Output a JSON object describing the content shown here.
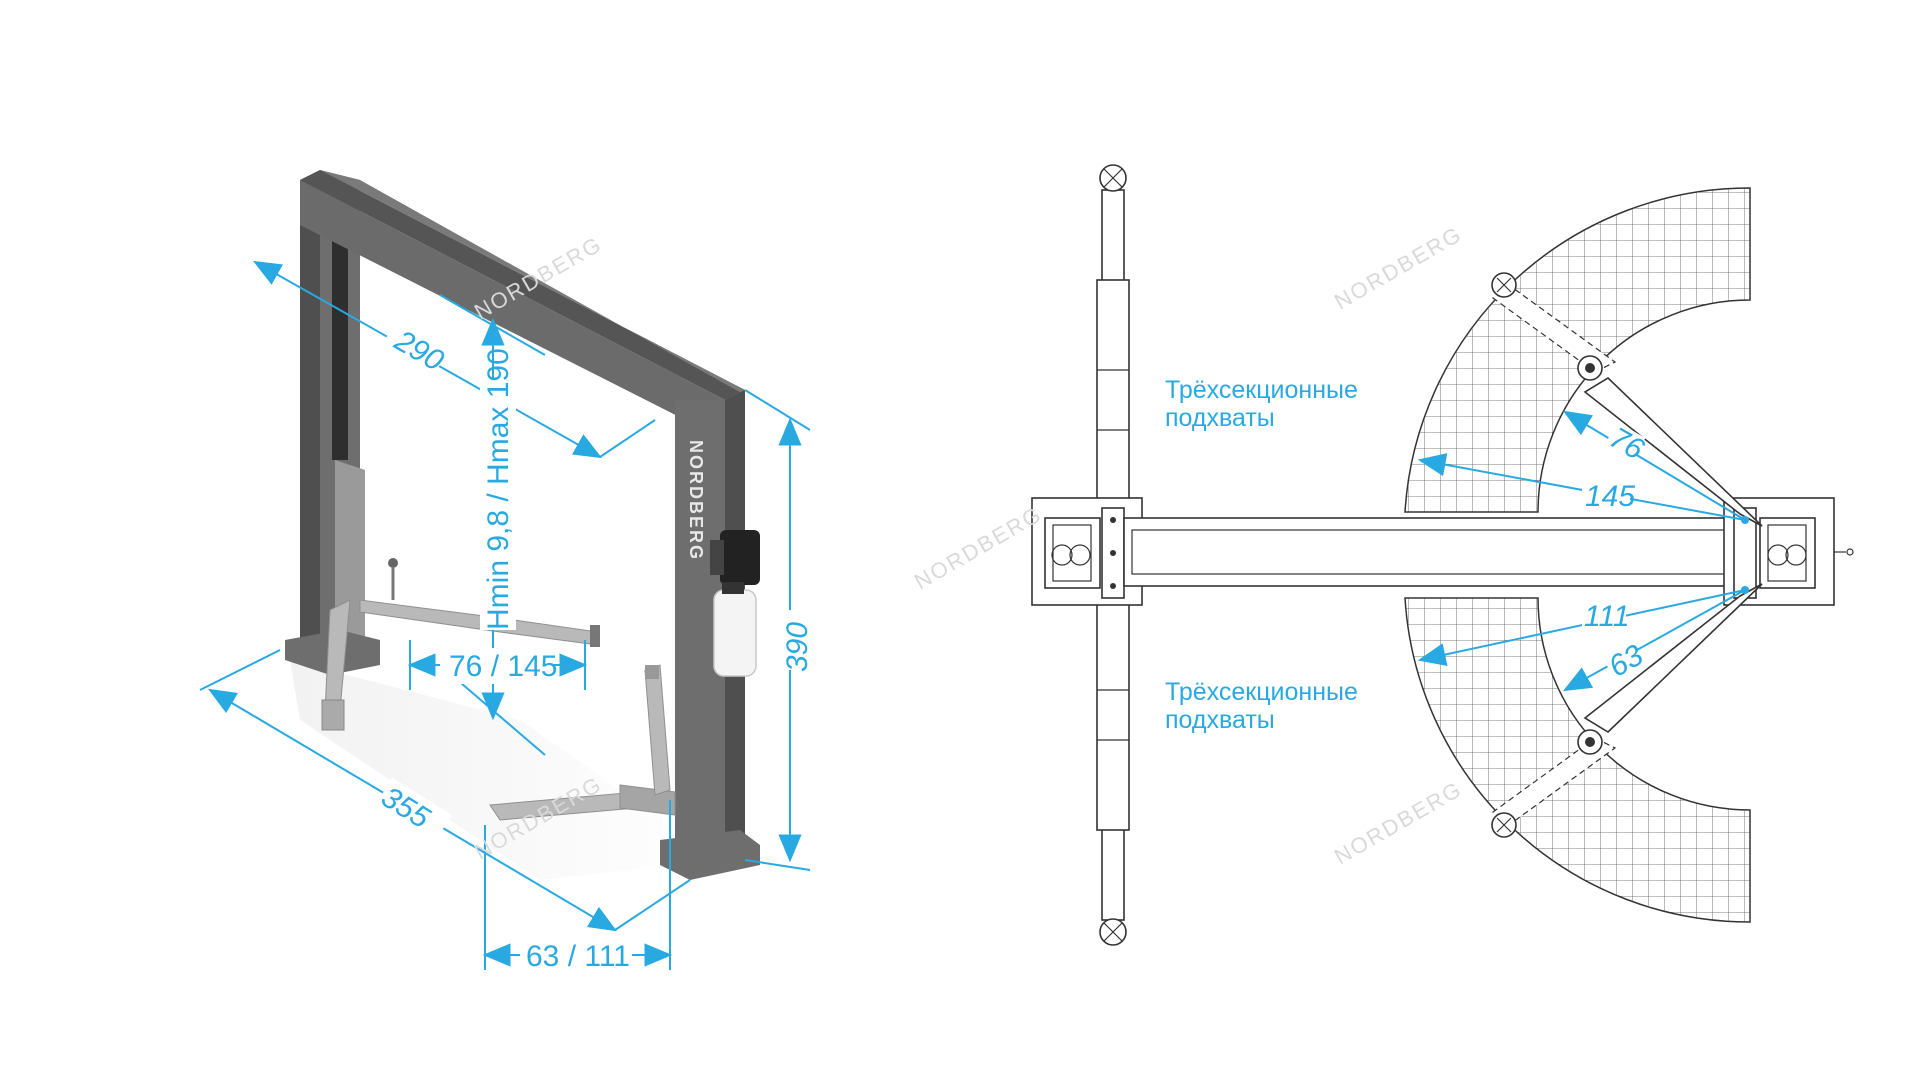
{
  "brand": "NORDBERG",
  "colors": {
    "dimension": "#29a9e1",
    "frame": "#6e6e6e",
    "frame_dark": "#4f4f4f",
    "arm": "#b9b9b9",
    "outline": "#333333"
  },
  "dimensions": {
    "width_290": "290",
    "height_range": "Hmin 9,8 / Hmax 190",
    "height_390": "390",
    "depth_355": "355",
    "arm_long": "76 / 145",
    "arm_short": "63 / 111"
  },
  "plan": {
    "note_top_line1": "Трёхсекционные",
    "note_top_line2": "подхваты",
    "note_bottom_line1": "Трёхсекционные",
    "note_bottom_line2": "подхваты",
    "r76": "76",
    "r145": "145",
    "r111": "111",
    "r63": "63"
  },
  "watermarks": [
    "NORDBERG",
    "NORDBERG",
    "NORDBERG",
    "NORDBERG",
    "NORDBERG"
  ]
}
